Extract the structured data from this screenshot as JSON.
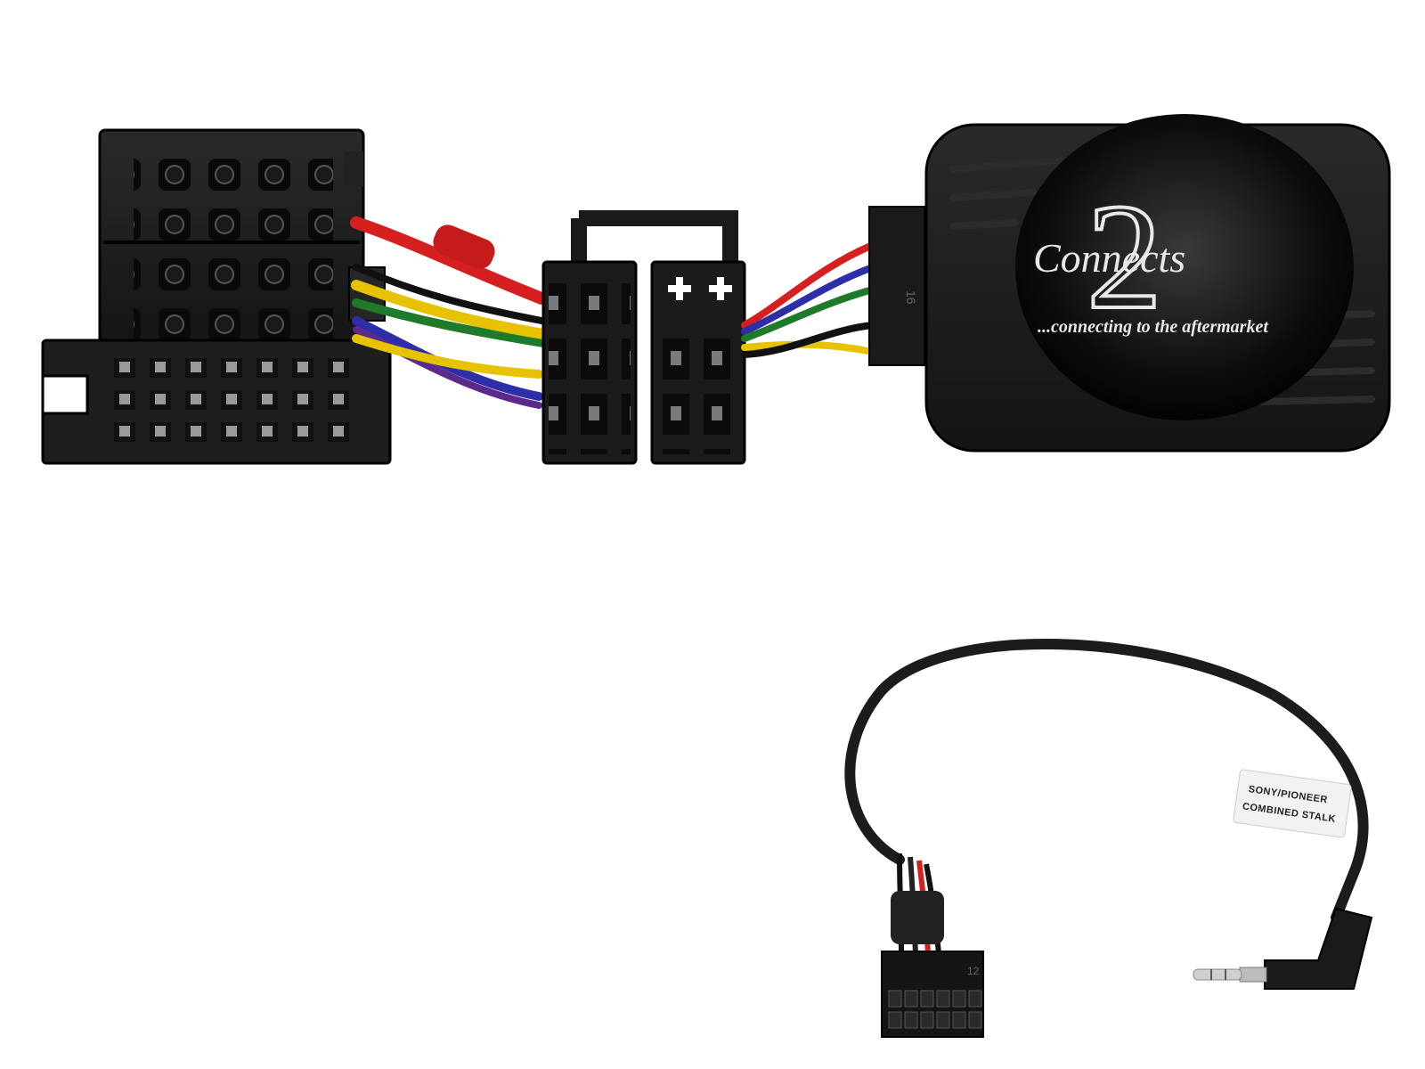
{
  "product": {
    "brand_logo_text": "Connects",
    "brand_numeral": "2",
    "tagline": "...connecting to the aftermarket",
    "module_pin_number": "16",
    "lead_pin_number": "12",
    "cable_tag_line1": "SONY/PIONEER",
    "cable_tag_line2": "COMBINED STALK"
  },
  "colors": {
    "background": "#ffffff",
    "connector_body": "#1c1c1c",
    "module_body": "#1a1a1a",
    "wire_red": "#d62020",
    "wire_yellow": "#e6c200",
    "wire_blue": "#2d2fa8",
    "wire_green": "#1f7a2a",
    "wire_black": "#111111",
    "wire_purple": "#5b2a8a"
  }
}
